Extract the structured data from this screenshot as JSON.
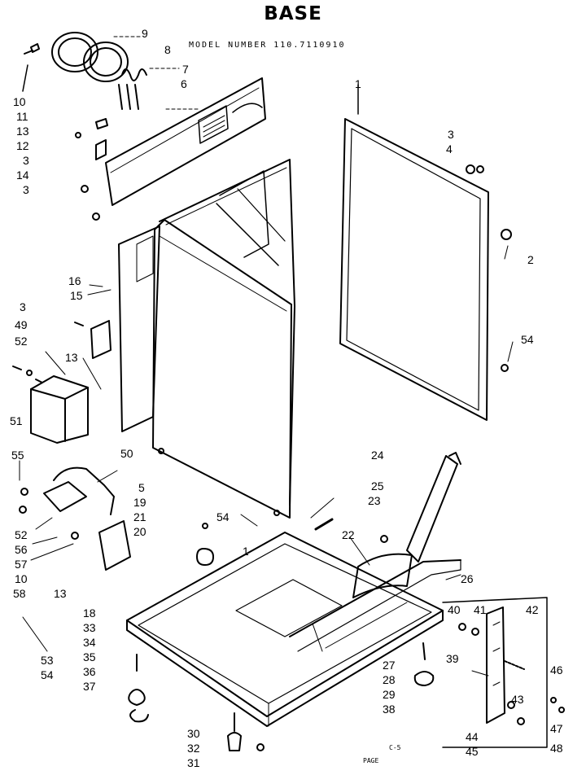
{
  "title": "BASE",
  "model_line": "MODEL NUMBER 110.7110910",
  "callouts": [
    {
      "id": "c9",
      "text": "9"
    },
    {
      "id": "c8",
      "text": "8"
    },
    {
      "id": "c7",
      "text": "7"
    },
    {
      "id": "c6",
      "text": "6"
    },
    {
      "id": "c10a",
      "text": "10"
    },
    {
      "id": "c11",
      "text": "11"
    },
    {
      "id": "c13a",
      "text": "13"
    },
    {
      "id": "c12",
      "text": "12"
    },
    {
      "id": "c3a",
      "text": "3"
    },
    {
      "id": "c14",
      "text": "14"
    },
    {
      "id": "c3b",
      "text": "3"
    },
    {
      "id": "c1",
      "text": "1"
    },
    {
      "id": "c3c",
      "text": "3"
    },
    {
      "id": "c4",
      "text": "4"
    },
    {
      "id": "c2",
      "text": "2"
    },
    {
      "id": "c54a",
      "text": "54"
    },
    {
      "id": "c16",
      "text": "16"
    },
    {
      "id": "c15",
      "text": "15"
    },
    {
      "id": "c3d",
      "text": "3"
    },
    {
      "id": "c49",
      "text": "49"
    },
    {
      "id": "c52a",
      "text": "52"
    },
    {
      "id": "c13b",
      "text": "13"
    },
    {
      "id": "c51",
      "text": "51"
    },
    {
      "id": "c50",
      "text": "50"
    },
    {
      "id": "c55",
      "text": "55"
    },
    {
      "id": "c5",
      "text": "5"
    },
    {
      "id": "c19",
      "text": "19"
    },
    {
      "id": "c21",
      "text": "21"
    },
    {
      "id": "c20",
      "text": "20"
    },
    {
      "id": "c52b",
      "text": "52"
    },
    {
      "id": "c56",
      "text": "56"
    },
    {
      "id": "c57",
      "text": "57"
    },
    {
      "id": "c10b",
      "text": "10"
    },
    {
      "id": "c58",
      "text": "58"
    },
    {
      "id": "c13c",
      "text": "13"
    },
    {
      "id": "c54b",
      "text": "54"
    },
    {
      "id": "c24",
      "text": "24"
    },
    {
      "id": "c25",
      "text": "25"
    },
    {
      "id": "c23",
      "text": "23"
    },
    {
      "id": "c22",
      "text": "22"
    },
    {
      "id": "c1b",
      "text": "1"
    },
    {
      "id": "c26",
      "text": "26"
    },
    {
      "id": "c18",
      "text": "18"
    },
    {
      "id": "c33",
      "text": "33"
    },
    {
      "id": "c34",
      "text": "34"
    },
    {
      "id": "c35",
      "text": "35"
    },
    {
      "id": "c36",
      "text": "36"
    },
    {
      "id": "c37",
      "text": "37"
    },
    {
      "id": "c53",
      "text": "53"
    },
    {
      "id": "c54c",
      "text": "54"
    },
    {
      "id": "c40",
      "text": "40"
    },
    {
      "id": "c41",
      "text": "41"
    },
    {
      "id": "c42",
      "text": "42"
    },
    {
      "id": "c39",
      "text": "39"
    },
    {
      "id": "c46",
      "text": "46"
    },
    {
      "id": "c43",
      "text": "43"
    },
    {
      "id": "c47",
      "text": "47"
    },
    {
      "id": "c44",
      "text": "44"
    },
    {
      "id": "c45",
      "text": "45"
    },
    {
      "id": "c48",
      "text": "48"
    },
    {
      "id": "c27",
      "text": "27"
    },
    {
      "id": "c28",
      "text": "28"
    },
    {
      "id": "c29",
      "text": "29"
    },
    {
      "id": "c38",
      "text": "38"
    },
    {
      "id": "c30",
      "text": "30"
    },
    {
      "id": "c32",
      "text": "32"
    },
    {
      "id": "c31",
      "text": "31"
    }
  ],
  "footer_code": "C-5",
  "footer_tag": "PAGE"
}
